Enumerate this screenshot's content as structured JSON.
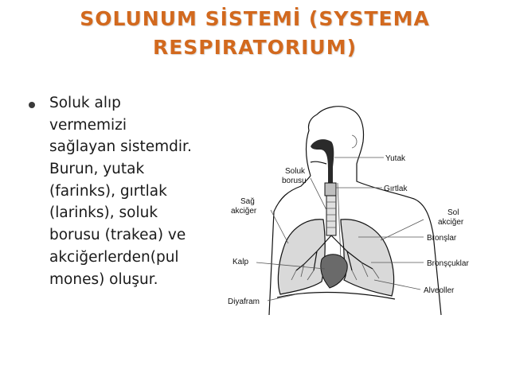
{
  "title": {
    "line1": "SOLUNUM SİSTEMİ (SYSTEMA",
    "line2": "RESPIRATORIUM)"
  },
  "body": {
    "lines": [
      "Soluk alıp",
      "vermemizi",
      "sağlayan sistemdir.",
      "Burun, yutak",
      "(farinks), gırtlak",
      "(larinks), soluk",
      "borusu (trakea) ve",
      "akciğerlerden(pul",
      "mones) oluşur."
    ]
  },
  "diagram": {
    "labels": {
      "yutak": "Yutak",
      "soluk_borusu_1": "Soluk",
      "soluk_borusu_2": "borusu",
      "girtlak": "Gırtlak",
      "sag_akciger_1": "Sağ",
      "sag_akciger_2": "akciğer",
      "sol_akciger_1": "Sol",
      "sol_akciger_2": "akciğer",
      "bronslar": "Bronşlar",
      "kalp": "Kalp",
      "broncuklar": "Bronşçuklar",
      "alveoller": "Alveoller",
      "diyafram": "Diyafram"
    }
  }
}
